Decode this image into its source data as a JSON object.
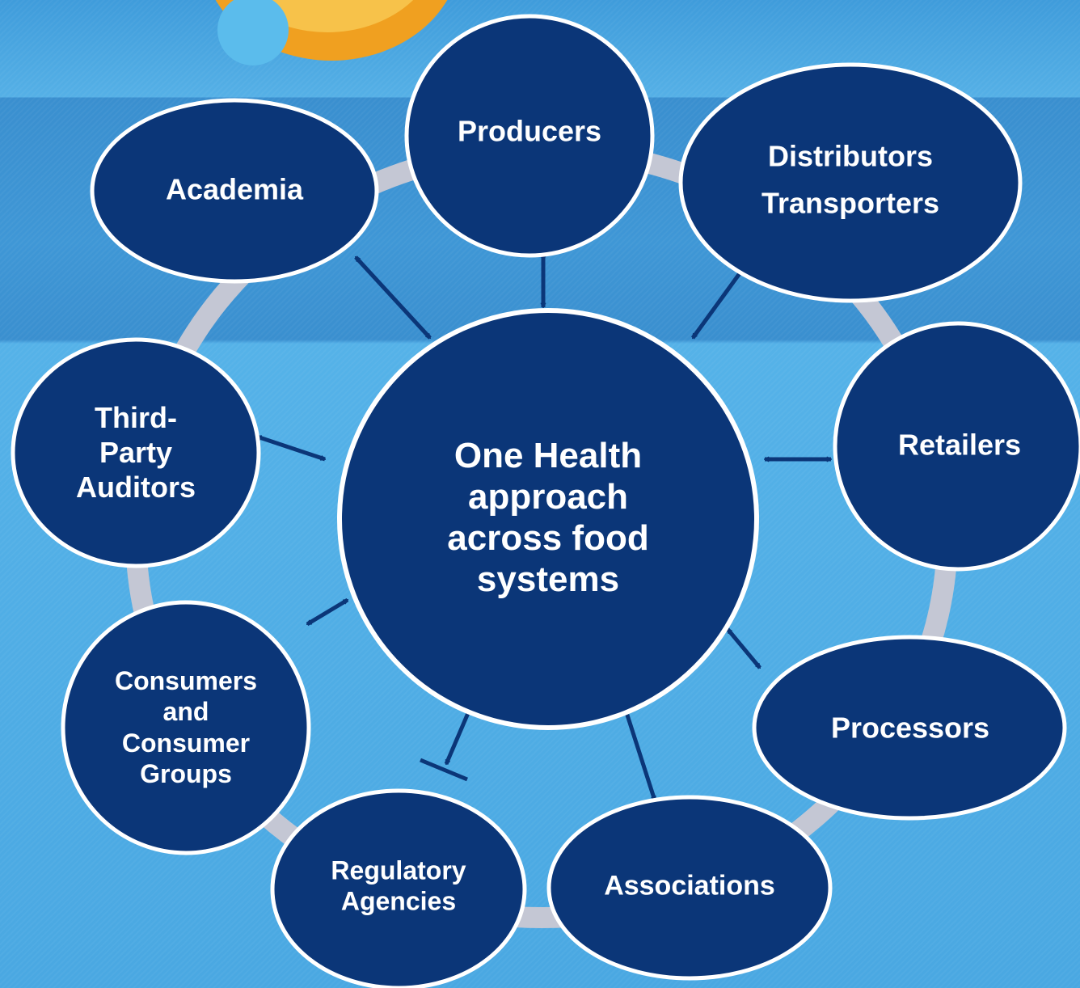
{
  "diagram": {
    "center": {
      "lines": [
        "One Health",
        "approach",
        "across food",
        "systems"
      ]
    },
    "nodes": [
      {
        "id": "producers",
        "lines": [
          "Producers"
        ]
      },
      {
        "id": "distributors-transporters",
        "lines": [
          "Distributors",
          "Transporters"
        ]
      },
      {
        "id": "retailers",
        "lines": [
          "Retailers"
        ]
      },
      {
        "id": "processors",
        "lines": [
          "Processors"
        ]
      },
      {
        "id": "associations",
        "lines": [
          "Associations"
        ]
      },
      {
        "id": "regulatory-agencies",
        "lines": [
          "Regulatory",
          "Agencies"
        ]
      },
      {
        "id": "consumers",
        "lines": [
          "Consumers",
          "and",
          "Consumer",
          "Groups"
        ]
      },
      {
        "id": "third-party-auditors",
        "lines": [
          "Third-",
          "Party",
          "Auditors"
        ]
      },
      {
        "id": "academia",
        "lines": [
          "Academia"
        ]
      }
    ]
  },
  "colors": {
    "node_fill": "#0b3678",
    "node_stroke": "#ffffff",
    "ring": "#c4c7d4",
    "arrow": "#0b3678",
    "text": "#ffffff",
    "sun": "#f5a623",
    "sun_dot": "#5bbcec"
  }
}
